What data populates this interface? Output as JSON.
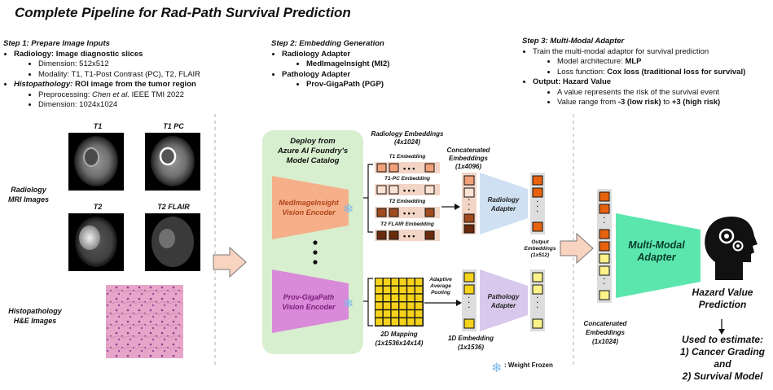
{
  "title": "Complete Pipeline for Rad-Path Survival Prediction",
  "step1": {
    "heading": "Step 1: Prepare Image Inputs",
    "radiology": {
      "label": "Radiology:",
      "text": " Image diagnostic slices"
    },
    "dimension_rad": "Dimension: 512x512",
    "modality": "Modality: T1, T1-Post Contrast (PC), T2, FLAIR",
    "histopathology": {
      "label": "Histopathology:",
      "text": " ROI image from the tumor region"
    },
    "preprocessing_prefix": "Preprocessing: ",
    "preprocessing_ref": "Chen et al.",
    "preprocessing_suffix": " IEEE TMI 2022",
    "dimension_path": "Dimension: 1024x1024"
  },
  "step2": {
    "heading": "Step 2: Embedding Generation",
    "radiology_adapter": "Radiology Adapter",
    "mi2": "MedImageInsight (MI2)",
    "pathology_adapter": "Pathology Adapter",
    "pgp": "Prov-GigaPath (PGP)"
  },
  "step3": {
    "heading": "Step 3: Multi-Modal Adapter",
    "train": "Train the multi-modal adaptor for survival prediction",
    "arch_prefix": "Model architecture: ",
    "arch": "MLP",
    "loss_prefix": "Loss function: ",
    "loss": "Cox loss (traditional loss for survival)",
    "output_label": "Output: Hazard Value",
    "output_desc": "A value represents the risk of the survival event",
    "range_prefix": "Value range from ",
    "range_low": "-3 (low risk)",
    "range_mid": " to ",
    "range_high": "+3 (high risk)"
  },
  "images": {
    "t1": "T1",
    "t1pc": "T1 PC",
    "t2": "T2",
    "t2flair": "T2 FLAIR",
    "radiology_label": "Radiology\nMRI Images",
    "histo_label": "Histopathology\nH&E Images"
  },
  "deploy": {
    "title": "Deploy from\nAzure AI Foundry's\nModel Catalog",
    "mi2_encoder": "MedImageInsight\nVision Encoder",
    "pgp_encoder": "Prov-GigaPath\nVision Encoder"
  },
  "radiology_embed": {
    "title": "Radiology Embeddings\n(4x1024)",
    "t1": "T1 Embedding",
    "t1pc": "T1-PC Embedding",
    "t2": "T2 Embedding",
    "flair": "T2 FLAIR Embedding",
    "concat": "Concatenated\nEmbeddings\n(1x4096)",
    "adapter": "Radiology\nAdapter"
  },
  "pathology_embed": {
    "pool": "Adaptive\nAverage\nPooling",
    "mapping": "2D Mapping\n(1x1536x14x14)",
    "one_d": "1D Embedding\n(1x1536)",
    "adapter": "Pathology\nAdapter"
  },
  "output_embed": "Output\nEmbeddings\n(1x512)",
  "final_concat": "Concatenated\nEmbeddings\n(1x1024)",
  "mm_adapter": "Multi-Modal\nAdapter",
  "hazard": "Hazard Value\nPrediction",
  "used_to": "Used to estimate:\n1) Cancer Grading\nand\n2) Survival Model",
  "frozen": ": Weight Frozen",
  "colors": {
    "green_panel": "#d8efcf",
    "mi2_orange": "#f5b08a",
    "pgp_purple": "#d98ad8",
    "rad_adapter": "#cfe0f2",
    "path_adapter": "#d8c8ec",
    "mm_green": "#5be6ae",
    "dark_orange": "#e8620e",
    "yellow": "#f5d21b",
    "light_yellow": "#fbf28a"
  }
}
